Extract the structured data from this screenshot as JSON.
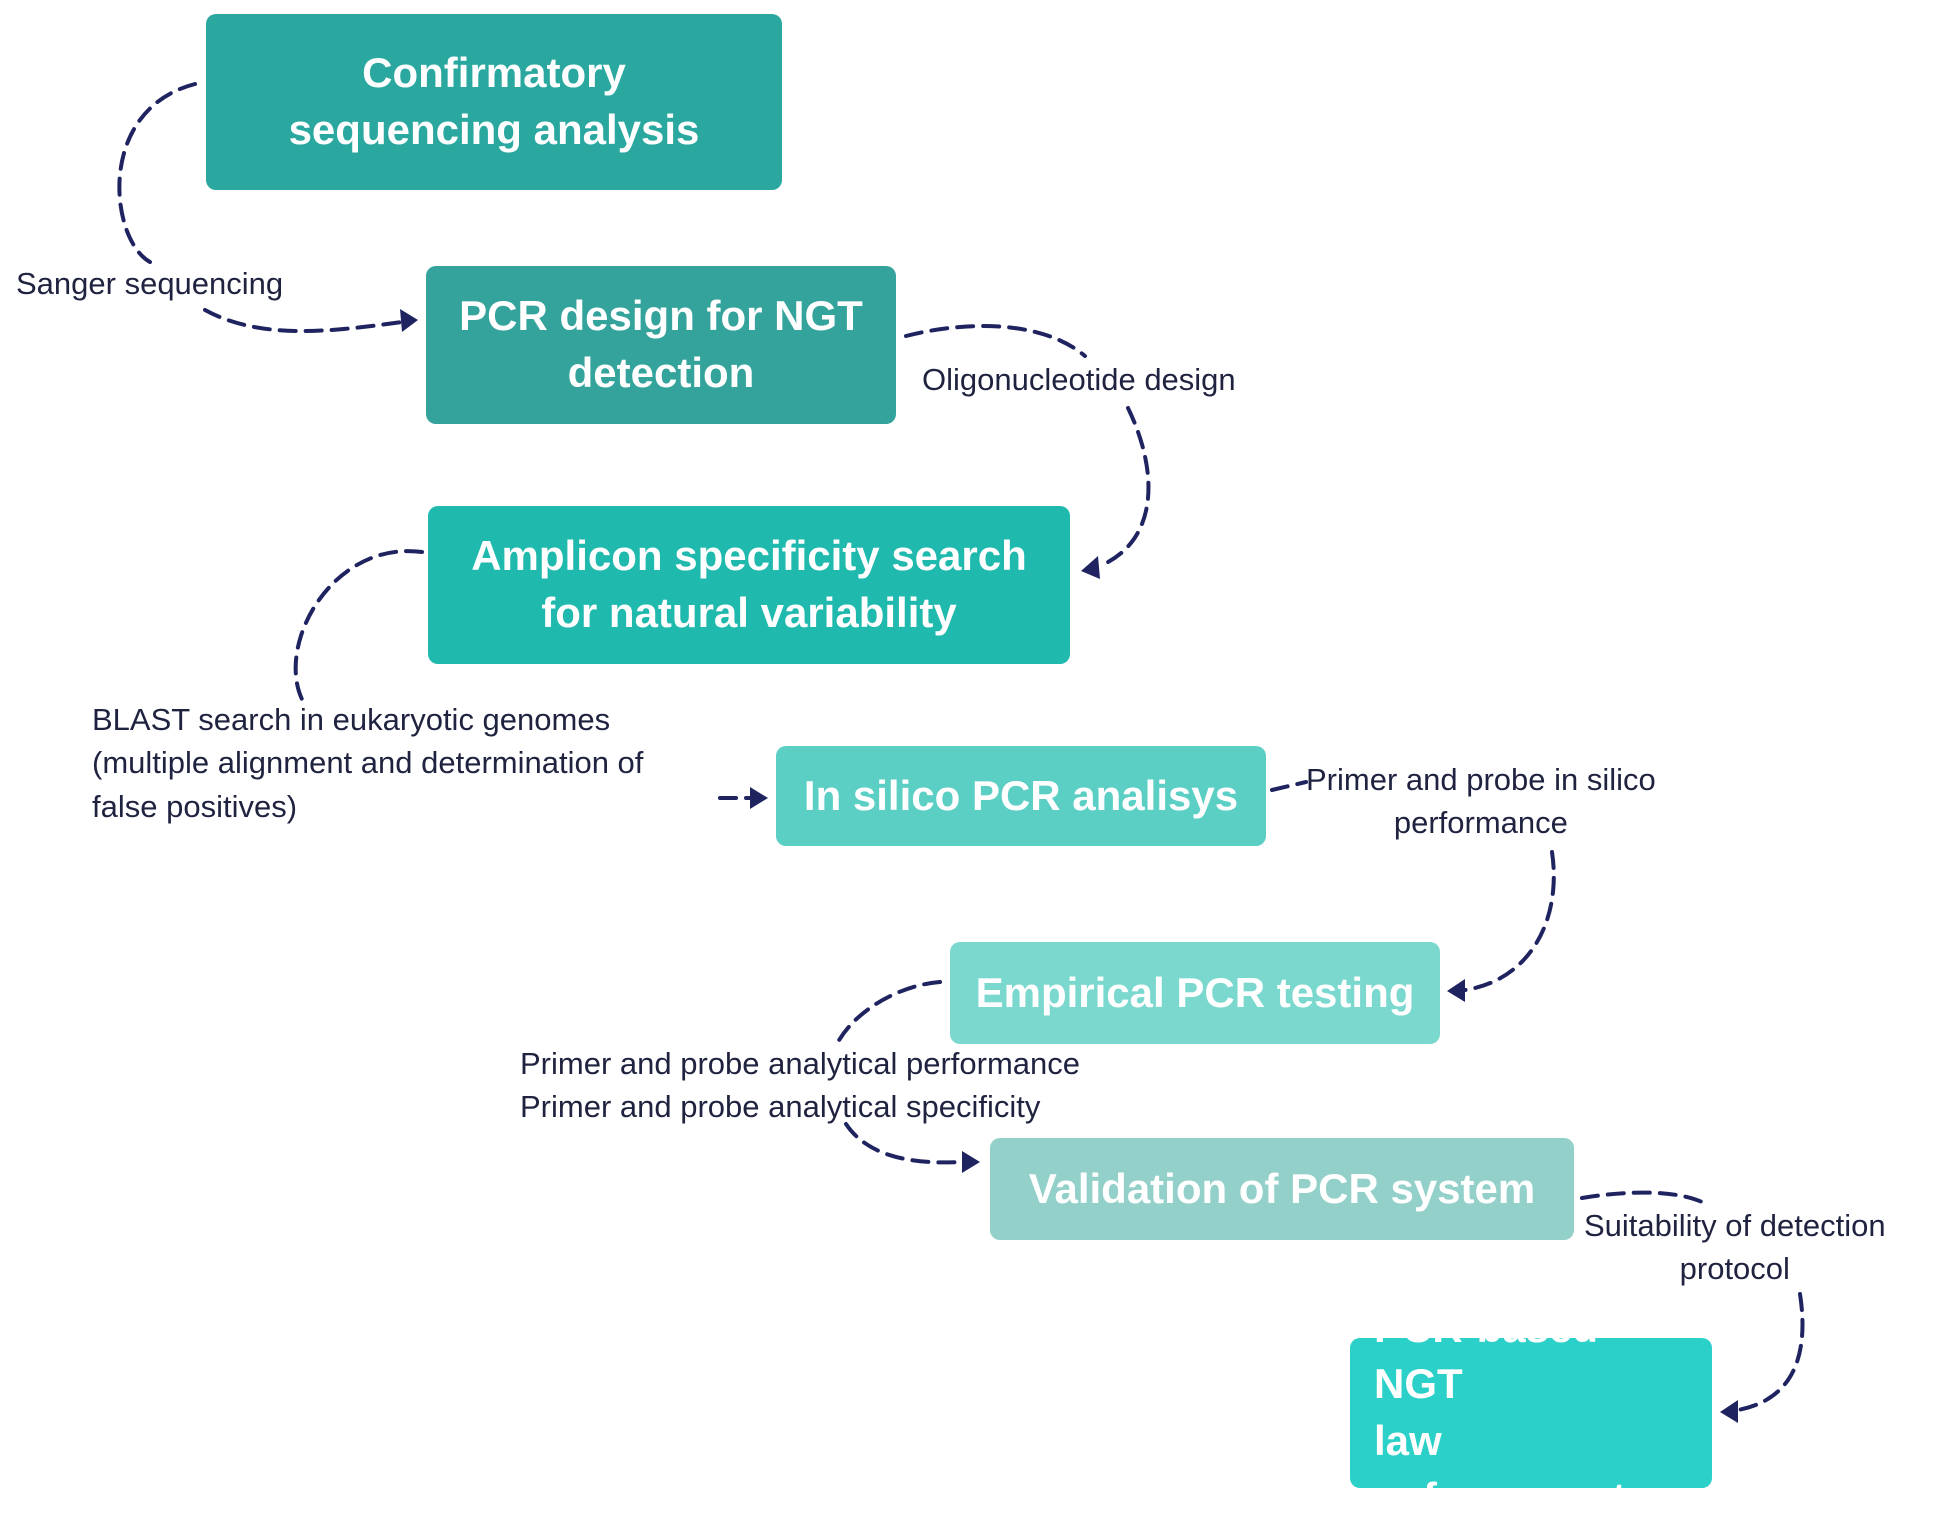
{
  "steps": [
    {
      "lines": [
        "Confirmatory",
        "sequencing analysis"
      ],
      "color": "#2aa8a0"
    },
    {
      "lines": [
        "PCR design for NGT",
        "detection"
      ],
      "color": "#33a39c"
    },
    {
      "lines": [
        "Amplicon specificity search",
        "for natural variability"
      ],
      "color": "#1fb9ad"
    },
    {
      "lines": [
        "In silico PCR analisys"
      ],
      "color": "#5ccfc5"
    },
    {
      "lines": [
        "Empirical PCR testing"
      ],
      "color": "#7ad8cf"
    },
    {
      "lines": [
        "Validation of PCR system"
      ],
      "color": "#93d0c9"
    },
    {
      "lines": [
        "PCR-based NGT",
        "law enforcement"
      ],
      "color": "#2bd1c8"
    }
  ],
  "labels": {
    "sanger": [
      "Sanger sequencing"
    ],
    "oligo": [
      "Oligonucleotide design"
    ],
    "blast": [
      "BLAST search in eukaryotic genomes",
      "(multiple alignment and determination of",
      "false positives)"
    ],
    "primer_silico": [
      "Primer and probe in silico",
      "performance"
    ],
    "analytical": [
      "Primer and probe analytical performance",
      "Primer and probe analytical specificity"
    ],
    "suitability": [
      "Suitability of detection",
      "protocol"
    ]
  }
}
